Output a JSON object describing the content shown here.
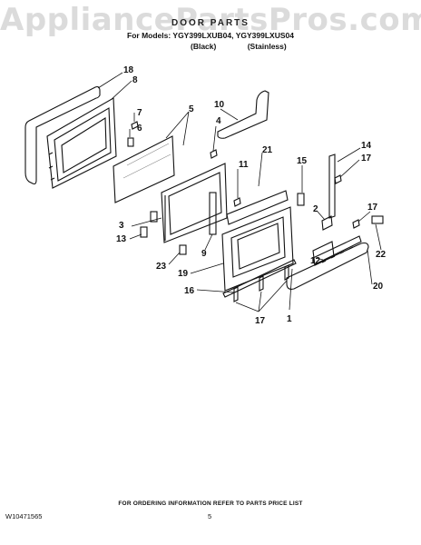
{
  "watermark": "AppliancePartsPros.com",
  "header": {
    "title": "DOOR PARTS",
    "models_line": "For Models: YGY399LXUB04, YGY399LXUS04",
    "variant_black": "(Black)",
    "variant_stainless": "(Stainless)"
  },
  "callouts": [
    "18",
    "8",
    "7",
    "6",
    "5",
    "4",
    "10",
    "21",
    "11",
    "15",
    "14",
    "17",
    "2",
    "17",
    "3",
    "13",
    "9",
    "12",
    "22",
    "23",
    "19",
    "20",
    "16",
    "17",
    "1"
  ],
  "footer": {
    "note": "FOR ORDERING INFORMATION REFER TO PARTS PRICE LIST",
    "doc_number": "W10471565",
    "page_number": "5"
  }
}
